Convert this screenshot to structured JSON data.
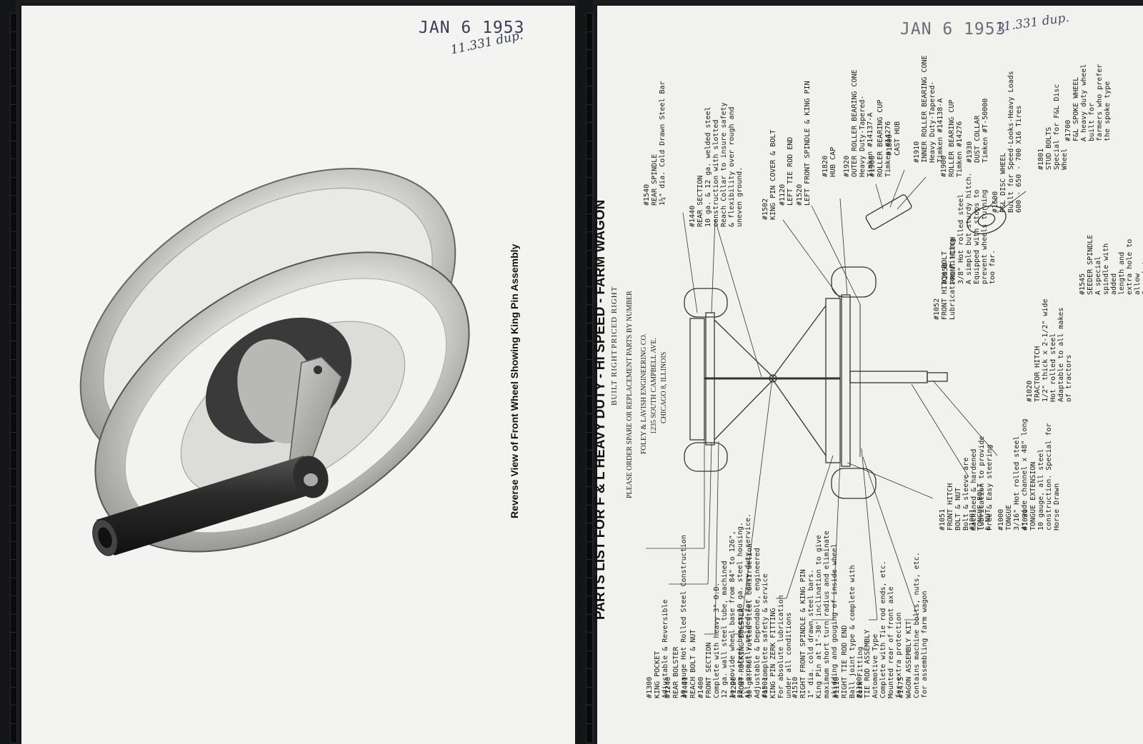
{
  "left_page": {
    "stamp": "JAN  6 1953",
    "handwritten": "11.331 dup.",
    "caption": "Reverse View of Front Wheel Showing King Pin Assembly"
  },
  "right_page": {
    "stamp": "JAN  6 1953",
    "handwritten": "11.331 dup.",
    "title": "PARTS LIST FOR F & L HEAVY DUTY - HI SPEED - FARM WAGON",
    "tagline1": "BUILT RIGHT",
    "tagline2": "PRICED RIGHT",
    "company": "FOLEY & LAVISH ENGINEERING CO.",
    "address": "1235 SOUTH CAMPBELL AVE.",
    "city": "CHICAGO 8, ILLINOIS",
    "order_note": "PLEASE ORDER SPARE OR REPLACEMENT PARTS BY NUMBER",
    "parts": [
      {
        "num": "#1300",
        "name": "KING POCKET",
        "desc": "Adjustable & Reversible"
      },
      {
        "num": "#1240",
        "name": "REAR BOLSTER",
        "desc": "10 gauge Hot Rolled Steel Construction"
      },
      {
        "num": "#1441",
        "name": "REACH BOLT & NUT",
        "desc": ""
      },
      {
        "num": "#1400",
        "name": "FRONT SECTION",
        "desc": "Complete with heavy 3\" O.D.\n12 ga. wall steel tube, machined\nto provide wheel base from 84\" to 126\",\n12 ga. steel braces 10 ga. steel housing.\nAll expertly welded for heavy duty service."
      },
      {
        "num": "#1200",
        "name": "FRONT ROCKING BOLSTER",
        "desc": "10 ga. hot rolled steel construction\nAdjustable & Dependable, engineered\nfor complete safety & service"
      },
      {
        "num": "#1501",
        "name": "KING PIN ZERK FITTING",
        "desc": "For absolute lubrication\nunder all conditions"
      },
      {
        "num": "#1510",
        "name": "RIGHT FRONT SPINDLE & KING PIN",
        "desc": "1\" dia. cold drawn steel bars.\nKing Pin at 1°-30' inclination to give\nmaximum short turn radius and eliminate\nskidding and gouging of inside wheel"
      },
      {
        "num": "#1110",
        "name": "RIGHT TIE ROD END",
        "desc": "Ball joint type & complete with\nZerk Fitting"
      },
      {
        "num": "#1100",
        "name": "TIE ROD ASSEMBLY",
        "desc": "Automotive Type\nComplete with Tie rod ends, etc.\nMounted rear of front axle\nfor extra protection"
      },
      {
        "num": "#1475",
        "name": "WAGON ASSEMBLY KIT",
        "desc": "Contains machine bolts, nuts, etc.\nfor assembling farm wagon"
      },
      {
        "num": "#1051",
        "name": "FRONT HITCH\nBOLT & NUT",
        "desc": "Bolt & sleeve are\nmachined & hardened\nlubrication to provide\nFree & Easy steering"
      },
      {
        "num": "#1001",
        "name": "TONGUE BOLT\n& NUT",
        "desc": ""
      },
      {
        "num": "#1000",
        "name": "TONGUE",
        "desc": "3/16\" Hot rolled steel\n4\" wide channel x 48\" long"
      },
      {
        "num": "#1030",
        "name": "TONGUE EXTENSION",
        "desc": "10 gauge, all steel\nconstruction. Special for\nHorse Drawn"
      },
      {
        "num": "#1050",
        "name": "FRONT HITCH",
        "desc": "3/8\" Hot rolled steel\nA simple but sturdy hitch.\nEquipped with stops to\nprevent wheels turning\ntoo far."
      },
      {
        "num": "#1052",
        "name": "FRONT HITCH BOLT",
        "desc": "Lubrication Fitting"
      },
      {
        "num": "#1020",
        "name": "TRACTOR HITCH",
        "desc": "1/2\" thick x 2-1/2\" wide\nHot rolled steel\nAdaptable to all makes\nof tractors"
      },
      {
        "num": "#1545",
        "name": "SEEDER SPINDLE",
        "desc": "A special spindle with added\nlength and extra hole to allow\nSprocket attachment for seeder"
      },
      {
        "num": "#1540",
        "name": "REAR SPINDLE",
        "desc": "1¼\" dia. Cold Drawn Steel Bar"
      },
      {
        "num": "#1440",
        "name": "REAR SECTION",
        "desc": "10 ga. & 12 ga. welded steel\nconstruction with slotted\nReach Collar to insure safety\n& flexibility over rough and\nuneven ground."
      },
      {
        "num": "#1502",
        "name": "KING PIN COVER & BOLT",
        "desc": ""
      },
      {
        "num": "#1120",
        "name": "LEFT TIE ROD END",
        "desc": ""
      },
      {
        "num": "#1520",
        "name": "LEFT FRONT SPINDLE & KING PIN",
        "desc": ""
      },
      {
        "num": "#1820",
        "name": "HUB CAP",
        "desc": ""
      },
      {
        "num": "#1920",
        "name": "OUTER ROLLER BEARING CONE",
        "desc": "Heavy Duty-Tapered-\nTimken #14137-A"
      },
      {
        "num": "#1900",
        "name": "ROLLER BEARING CUP",
        "desc": "Timken #14276"
      },
      {
        "num": "#1800",
        "name": "CAST HUB",
        "desc": ""
      },
      {
        "num": "#1910",
        "name": "INNER ROLLER BEARING CONE",
        "desc": "Heavy Duty-Tapered-\nTimken #14138-A"
      },
      {
        "num": "#1900",
        "name": "ROLLER BEARING CUP",
        "desc": "Timken #14276"
      },
      {
        "num": "#1930",
        "name": "DUST COLLAR",
        "desc": "Timken #T-50000"
      },
      {
        "num": "#1600",
        "name": "F&L DISC WHEEL",
        "desc": "Built for Speed-Looks-Heavy Loads\n600 - 650 - 700 X16 Tires"
      },
      {
        "num": "#1801",
        "name": "STUD BOLTS",
        "desc": "Special for F&L Disc Wheel"
      },
      {
        "num": "#1700",
        "name": "F&L SPOKE WHEEL",
        "desc": "A heavy duty wheel built for\nfarmers who prefer the spoke type"
      }
    ]
  }
}
